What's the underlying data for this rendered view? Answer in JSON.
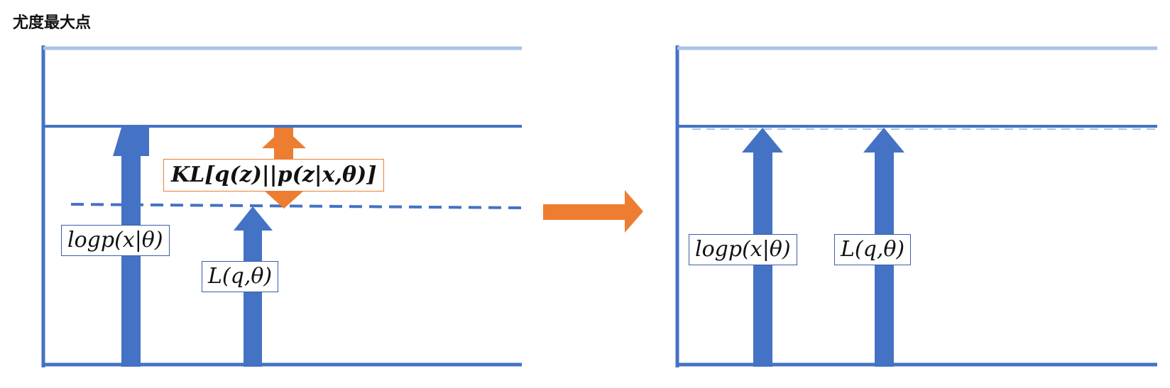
{
  "title": "尤度最大点",
  "left_panel": {
    "log_likelihood_label": "logp(x|θ)",
    "lower_bound_label": "L(q,θ)",
    "kl_label": "KL[q(z)||p(z|x,θ)]"
  },
  "right_panel": {
    "log_likelihood_label": "logp(x|θ)",
    "lower_bound_label": "L(q,θ)"
  },
  "colors": {
    "blue": "#4472c4",
    "light_blue": "#a9c2e6",
    "orange": "#ed7d31"
  }
}
